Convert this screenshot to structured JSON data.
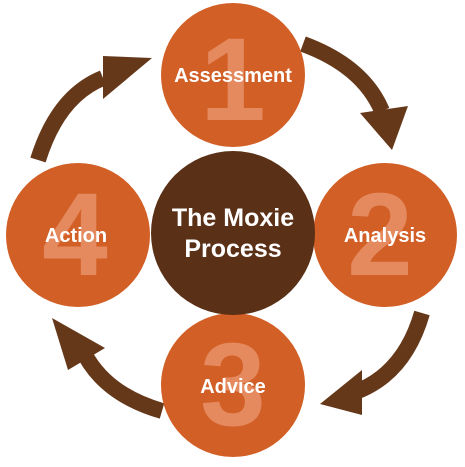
{
  "center": {
    "line1": "The Moxie",
    "line2": "Process"
  },
  "steps": [
    {
      "number": "1",
      "label": "Assessment"
    },
    {
      "number": "2",
      "label": "Analysis"
    },
    {
      "number": "3",
      "label": "Advice"
    },
    {
      "number": "4",
      "label": "Action"
    }
  ],
  "colors": {
    "step_fill": "#d25f26",
    "step_number": "#e58a5f",
    "center_fill": "#5a3017",
    "arrow": "#66381a",
    "text": "#ffffff"
  }
}
